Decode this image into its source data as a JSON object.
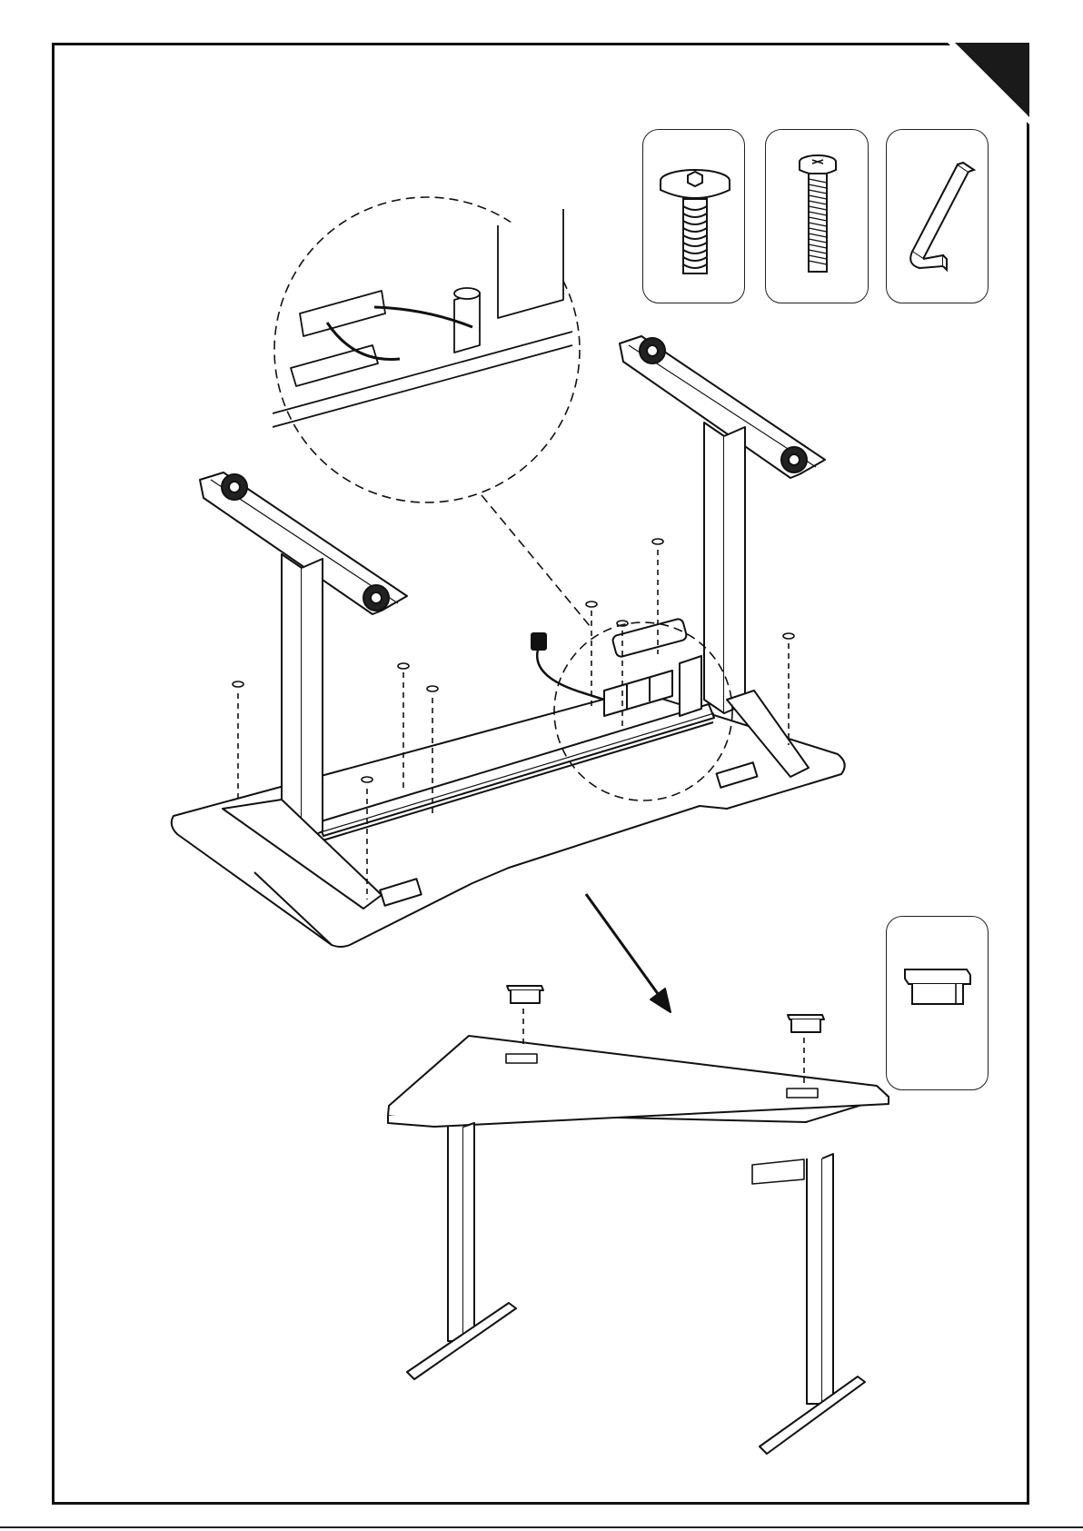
{
  "document": {
    "type": "assembly-instruction-page",
    "corner_marker": "filled-triangle",
    "parts_panel": [
      {
        "name": "hex-socket-button-screw",
        "icon": "short-hex-screw-icon"
      },
      {
        "name": "long-machine-screw",
        "icon": "long-screw-icon"
      },
      {
        "name": "allen-key",
        "icon": "allen-key-icon"
      }
    ],
    "grommet_panel": {
      "icon": "cable-grommet-icon"
    },
    "arrow_direction": "down-right",
    "colors": {
      "ink": "#111111",
      "paper": "#ffffff",
      "shade": "#e6e6e6"
    }
  }
}
